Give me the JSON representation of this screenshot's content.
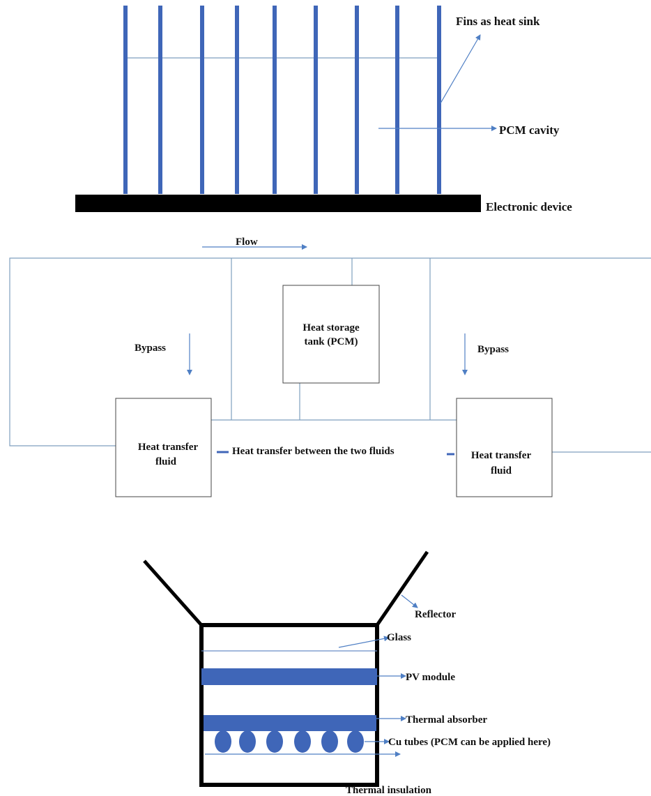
{
  "colors": {
    "fin": "#3f66b8",
    "pipe": "#7f9fbf",
    "arrow": "#4f7fc4",
    "device": "#000000",
    "layer": "#3f66b8",
    "text": "#111111"
  },
  "heat_sink": {
    "fins_label": "Fins as heat sink",
    "pcm_label": "PCM cavity",
    "device_label": "Electronic device"
  },
  "storage_system": {
    "flow_label": "Flow",
    "bypass_left": "Bypass",
    "bypass_right": "Bypass",
    "tank_line1": "Heat storage",
    "tank_line2": "tank (PCM)",
    "htf_left_line1": "Heat transfer",
    "htf_left_line2": "fluid",
    "htf_right_line1": "Heat transfer",
    "htf_right_line2": "fluid",
    "exchange_label": "Heat transfer  between the two fluids"
  },
  "pvt_collector": {
    "reflector_label": "Reflector",
    "glass_label": "Glass",
    "pv_label": "PV module",
    "absorber_label": "Thermal  absorber",
    "tubes_label": "Cu tubes (PCM can be applied  here)",
    "insulation_label": "Thermal  insulation"
  }
}
